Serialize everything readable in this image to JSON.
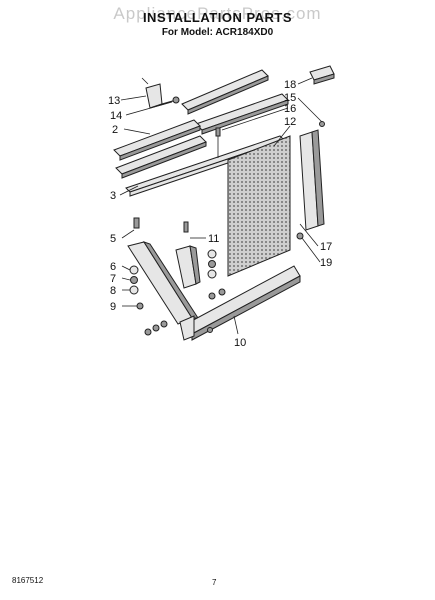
{
  "header": {
    "watermark": "AppliancePartsPros.com",
    "title": "INSTALLATION PARTS",
    "subtitle": "For Model: ACR184XD0"
  },
  "callouts": [
    {
      "id": "13",
      "label": "13"
    },
    {
      "id": "14",
      "label": "14"
    },
    {
      "id": "2",
      "label": "2"
    },
    {
      "id": "3",
      "label": "3"
    },
    {
      "id": "18",
      "label": "18"
    },
    {
      "id": "15",
      "label": "15"
    },
    {
      "id": "16",
      "label": "16"
    },
    {
      "id": "12",
      "label": "12"
    },
    {
      "id": "5",
      "label": "5"
    },
    {
      "id": "11",
      "label": "11"
    },
    {
      "id": "6",
      "label": "6"
    },
    {
      "id": "7",
      "label": "7"
    },
    {
      "id": "8",
      "label": "8"
    },
    {
      "id": "9",
      "label": "9"
    },
    {
      "id": "17",
      "label": "17"
    },
    {
      "id": "19",
      "label": "19"
    },
    {
      "id": "10",
      "label": "10"
    }
  ],
  "footer": {
    "doc_number": "8167512",
    "page_number": "7"
  }
}
